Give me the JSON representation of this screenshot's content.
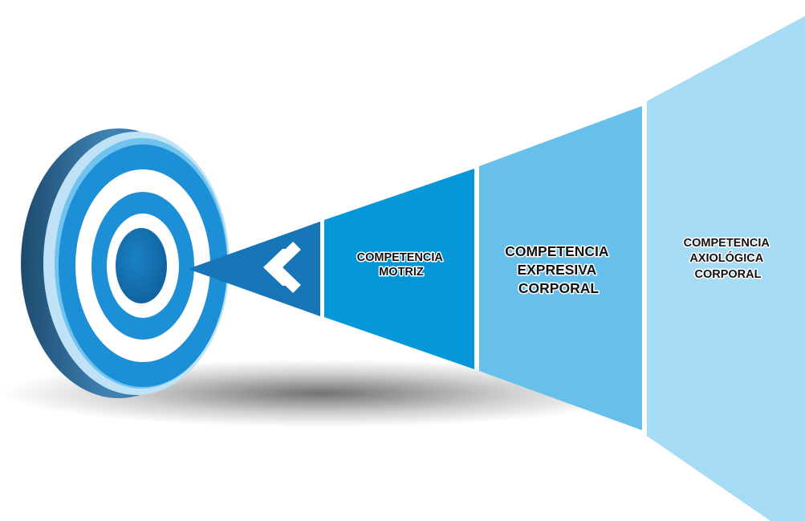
{
  "diagram": {
    "segments": [
      {
        "lines": [
          "COMPETENCIA",
          "MOTRIZ"
        ],
        "color": "#0697d9"
      },
      {
        "lines": [
          "COMPETENCIA",
          "EXPRESIVA",
          "CORPORAL"
        ],
        "color": "#66c0ea"
      },
      {
        "lines": [
          "COMPETENCIA",
          "AXIOLÓGICA",
          "CORPORAL"
        ],
        "color": "#a6dbf5"
      }
    ],
    "target": {
      "ring_colors": [
        "#1c8fd6",
        "#ffffff",
        "#1c8fd6",
        "#ffffff",
        "#1473b4"
      ],
      "rim_color": "#2d6f9c"
    },
    "arrow": {
      "icon": "chevron-left-icon",
      "color": "#1676b8"
    }
  }
}
